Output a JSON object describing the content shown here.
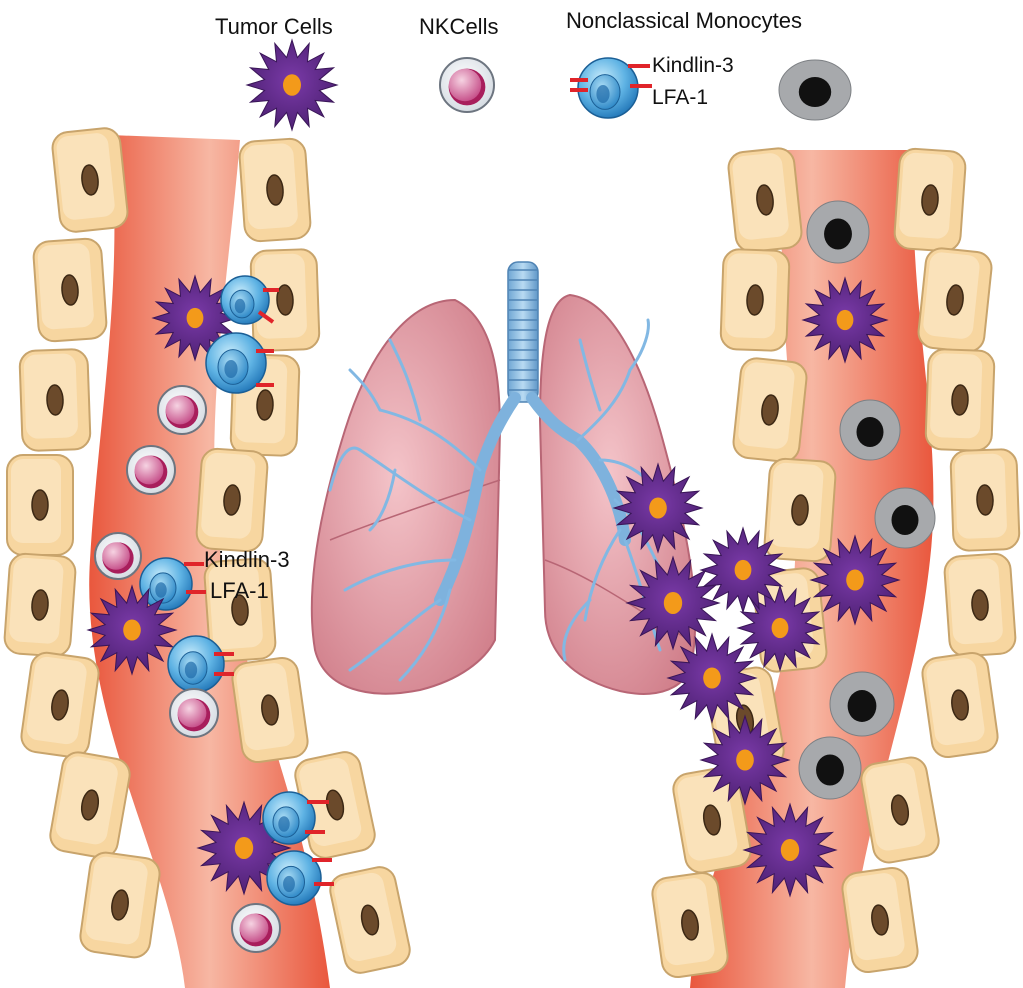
{
  "legend": {
    "tumor_label": "Tumor Cells",
    "nk_label": "NKCells",
    "monocyte_label": "Nonclassical Monocytes",
    "kindlin_label": "Kindlin-3",
    "lfa_label": "LFA-1"
  },
  "left_vessel": {
    "kindlin_label": "Kindlin-3",
    "lfa_label": "LFA-1"
  },
  "colors": {
    "tumor": "#5c2a86",
    "tumor_core": "#f39a1a",
    "nk": "#e7a5c3",
    "monocyte": "#4da7dc",
    "integrin": "#e0242a",
    "endothelial": "#f7d6a0",
    "blood": "#e96a4e",
    "lung": "#e8a3aa",
    "airway": "#8cbcdf",
    "grey_cell": "#a7a9ac"
  }
}
